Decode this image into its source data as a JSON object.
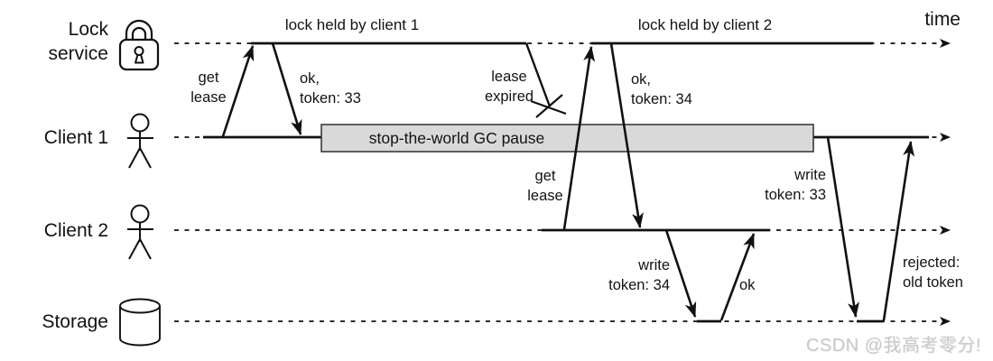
{
  "lanes": [
    {
      "label": "Lock\nservice",
      "icon": "padlock"
    },
    {
      "label": "Client 1",
      "icon": "person"
    },
    {
      "label": "Client 2",
      "icon": "person"
    },
    {
      "label": "Storage",
      "icon": "database-cylinder"
    }
  ],
  "labels": {
    "time_axis": "time",
    "lock_held_by_client_1": "lock held by client 1",
    "lock_held_by_client_2": "lock held by client 2",
    "get_lease_client1": "get\nlease",
    "ok_token_33": "ok,\ntoken: 33",
    "lease_expired": "lease\nexpired",
    "get_lease_client2": "get\nlease",
    "ok_token_34": "ok,\ntoken: 34",
    "write_token_34": "write\ntoken: 34",
    "ok_ack": "ok",
    "write_token_33": "write\ntoken: 33",
    "rejected_old_token": "rejected:\nold token",
    "gc_pause": "stop-the-world GC pause"
  },
  "colors": {
    "ink": "#111111",
    "gc_fill": "#d9d9d9",
    "gc_border": "#3a3a3a",
    "watermark": "#c8c8c8"
  },
  "watermark": "CSDN @我高考零分!"
}
